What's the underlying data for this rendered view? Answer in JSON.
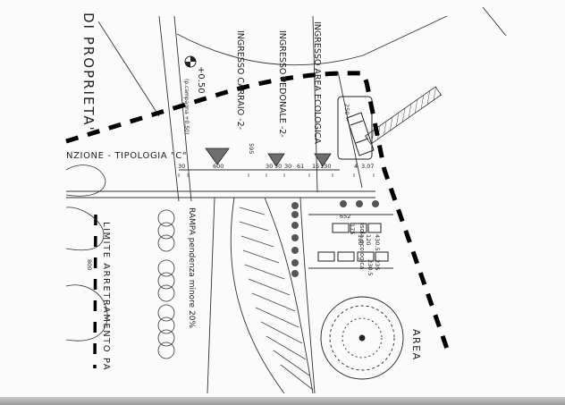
{
  "labels": {
    "property_line": "DI PROPRIETA'",
    "ingresso_area": "INGRESSO AREA ECOLOGICA",
    "ingresso_pedonale": "INGRESSO PEDONALE -2-",
    "ingresso_carraio": "INGRESSO CARRAIO -2-",
    "elevation": "+0.50",
    "elevation_note": "(p.campagna +0.50)",
    "recinzione": "NZIONE - TIPOLOGIA \"C\"",
    "limite": "LIMITE ARRETRAMENTO PA",
    "rampa": "RAMPA pendenza minore 20%",
    "area_prefix": "AREA",
    "isola": "isola ecologica"
  },
  "dimensions": {
    "d30a": "30",
    "d600": "600",
    "d30b": "30",
    "d30c": "30",
    "d30d": "30",
    "d61": "61",
    "d15": "15",
    "d130": "130",
    "d4": "4",
    "d307": "3.07",
    "d595": "595",
    "d652": "652",
    "d800": "800",
    "d250": "250",
    "d175": "175",
    "d180": "180",
    "d120": "120",
    "d4305": "430.5",
    "d2305": "230.5",
    "d235": "235"
  },
  "colors": {
    "ink": "#222222",
    "paper": "#fbfbfb",
    "arrow_fill": "#6e6e6e"
  }
}
